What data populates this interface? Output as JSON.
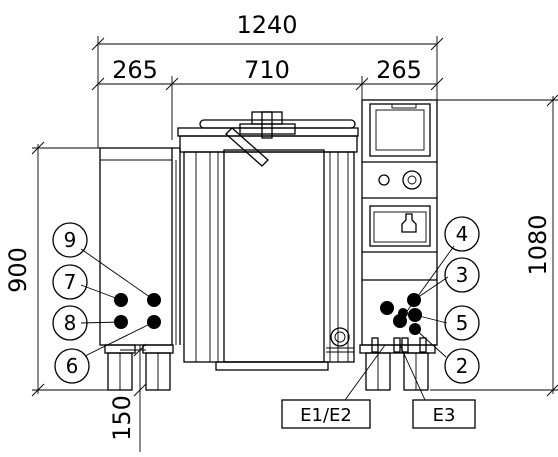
{
  "dimensions": {
    "total_width": "1240",
    "left_section": "265",
    "center_section": "710",
    "right_section": "265",
    "left_height": "900",
    "right_height": "1080",
    "leg_height": "150"
  },
  "callouts": {
    "c2": "2",
    "c3": "3",
    "c4": "4",
    "c5": "5",
    "c6": "6",
    "c7": "7",
    "c8": "8",
    "c9": "9"
  },
  "boxes": {
    "e1e2": "E1/E2",
    "e3": "E3"
  }
}
